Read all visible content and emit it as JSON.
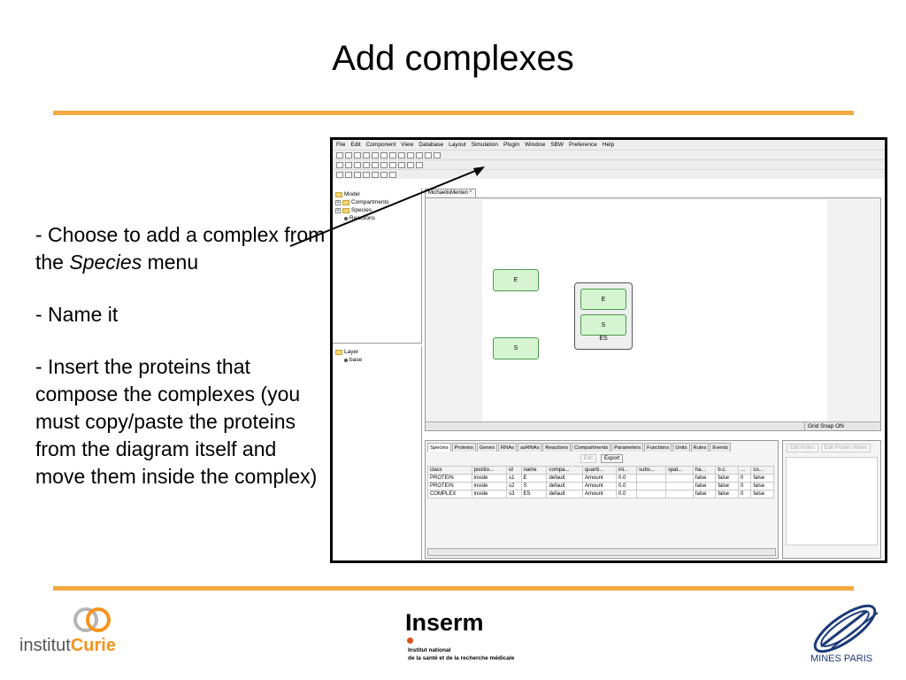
{
  "slide": {
    "title": "Add complexes",
    "bullets": [
      {
        "before": "- Choose to add a complex from the ",
        "italic": "Species",
        "after": " menu"
      },
      {
        "text": "- Name it"
      },
      {
        "text": "- Insert the proteins that compose the complexes (you must copy/paste the proteins from the diagram itself and move them inside the complex)"
      }
    ]
  },
  "app": {
    "menu": [
      "File",
      "Edit",
      "Component",
      "View",
      "Database",
      "Layout",
      "Simulation",
      "Plugin",
      "Window",
      "SBW",
      "Preference",
      "Help"
    ],
    "tree": {
      "root": "Model",
      "items": [
        "Compartments",
        "Species",
        "Reactions"
      ]
    },
    "layer": {
      "root": "Layer",
      "items": [
        "base"
      ]
    },
    "doc_tab": "MichaelisMenten *",
    "canvas": {
      "species": [
        "E",
        "S"
      ],
      "complex": {
        "members": [
          "E",
          "S"
        ],
        "label": "ES"
      }
    },
    "status": "Grid Snap ON",
    "bottom_tabs": [
      "Species",
      "Proteins",
      "Genes",
      "RNAs",
      "asRNAs",
      "Reactions",
      "Compartments",
      "Parameters",
      "Functions",
      "Units",
      "Rules",
      "Events"
    ],
    "table_buttons": {
      "edit": "Edit",
      "export": "Export"
    },
    "table": {
      "headers": [
        "class",
        "positio...",
        "id",
        "name",
        "compa...",
        "quanti...",
        "ini...",
        "subs...",
        "spat...",
        "ha...",
        "b.c.",
        "...",
        "co..."
      ],
      "rows": [
        [
          "PROTEIN",
          "inside",
          "s1",
          "E",
          "default",
          "Amount",
          "0.0",
          "",
          "",
          "false",
          "false",
          "0",
          "false"
        ],
        [
          "PROTEIN",
          "inside",
          "s2",
          "S",
          "default",
          "Amount",
          "0.0",
          "",
          "",
          "false",
          "false",
          "0",
          "false"
        ],
        [
          "COMPLEX",
          "inside",
          "s3",
          "ES",
          "default",
          "Amount",
          "0.0",
          "",
          "",
          "false",
          "false",
          "0",
          "false"
        ]
      ]
    },
    "notes_buttons": [
      "Edit Notes",
      "Edit Protein Notes"
    ]
  },
  "logos": {
    "curie": {
      "prefix": "institut",
      "name": "Curie"
    },
    "inserm": {
      "name": "Inserm",
      "line1": "Institut national",
      "line2": "de la santé et de la recherche médicale"
    },
    "mines": {
      "name": "MINES PARIS"
    }
  },
  "colors": {
    "accent_rule": "#f7a840",
    "species_fill": "#d5f5d0",
    "curie_orange": "#f7931e",
    "mines_blue": "#1b3a78"
  }
}
